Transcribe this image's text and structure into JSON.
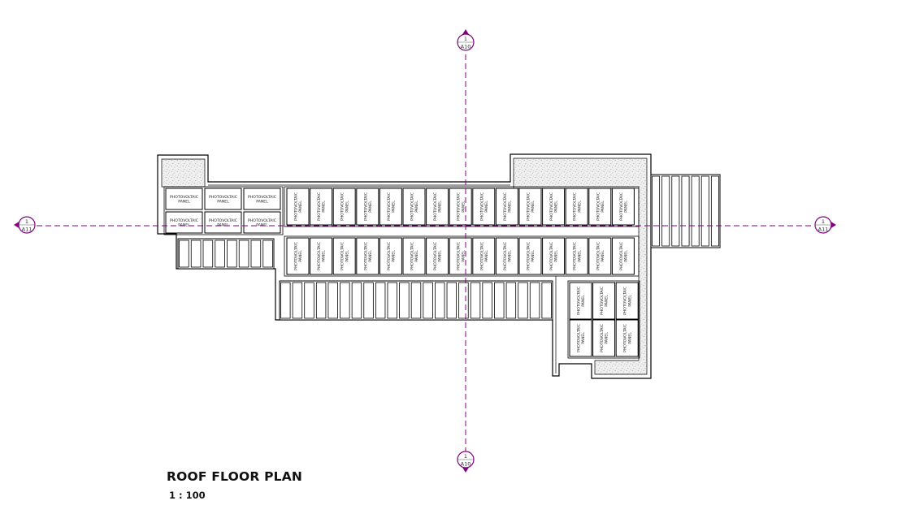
{
  "title": "ROOF FLOOR PLAN",
  "scale": "1 : 100",
  "panel_label_line1": "PHOTOVOLTAIC",
  "panel_label_line2": "PANEL",
  "section_markers": [
    {
      "id": "top",
      "number": "1",
      "sheet": "A10"
    },
    {
      "id": "bottom",
      "number": "1",
      "sheet": "A10"
    },
    {
      "id": "left",
      "number": "1",
      "sheet": "A11"
    },
    {
      "id": "right",
      "number": "1",
      "sheet": "A11"
    }
  ],
  "colors": {
    "section_line": "#800080",
    "outline": "#000000",
    "hatch": "#b5b5b5"
  }
}
